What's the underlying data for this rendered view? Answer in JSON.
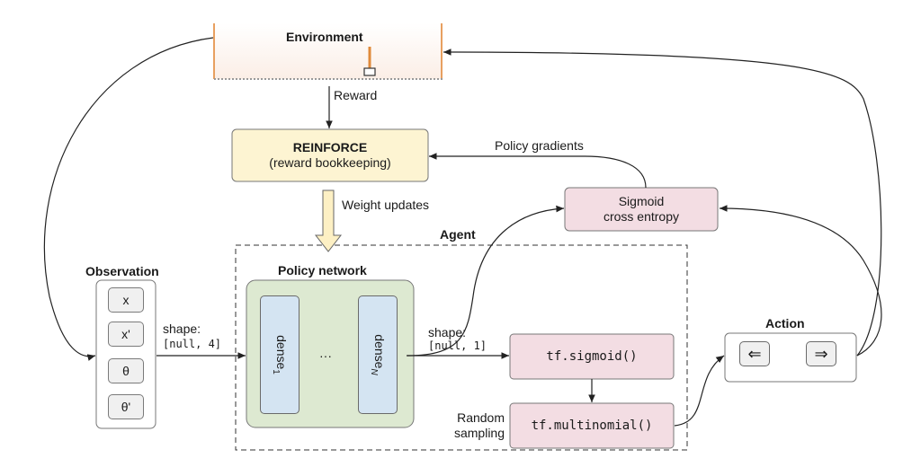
{
  "environment": {
    "title": "Environment"
  },
  "reward": {
    "label": "Reward"
  },
  "reinforce": {
    "title": "REINFORCE",
    "subtitle": "(reward bookkeeping)"
  },
  "policy_gradients": {
    "label": "Policy gradients"
  },
  "weight_updates": {
    "label": "Weight updates"
  },
  "sigmoid_ce": {
    "line1": "Sigmoid",
    "line2": "cross entropy"
  },
  "agent": {
    "title": "Agent"
  },
  "observation": {
    "title": "Observation",
    "items": [
      "x",
      "x'",
      "θ",
      "θ'"
    ]
  },
  "obs_shape": {
    "label": "shape:",
    "value": "[null, 4]"
  },
  "policy_network": {
    "title": "Policy network"
  },
  "dense_first": {
    "base": "dense",
    "sub": "1"
  },
  "dense_last": {
    "base": "dense",
    "sub": "N"
  },
  "ellipsis": "···",
  "out_shape": {
    "label": "shape:",
    "value": "[null, 1]"
  },
  "sigmoid_fn": "tf.sigmoid()",
  "multinomial_fn": "tf.multinomial()",
  "random_sampling": {
    "line1": "Random",
    "line2": "sampling"
  },
  "action": {
    "title": "Action",
    "left_icon": "left-arrow-icon",
    "right_icon": "right-arrow-icon",
    "left_glyph": "⇐",
    "right_glyph": "⇒"
  },
  "colors": {
    "reinforce_fill": "#fdf4d2",
    "pink_fill": "#f3dde3",
    "policy_fill": "#dde9d1",
    "dense_fill": "#d4e4f2",
    "env_track": "#e39a55"
  }
}
